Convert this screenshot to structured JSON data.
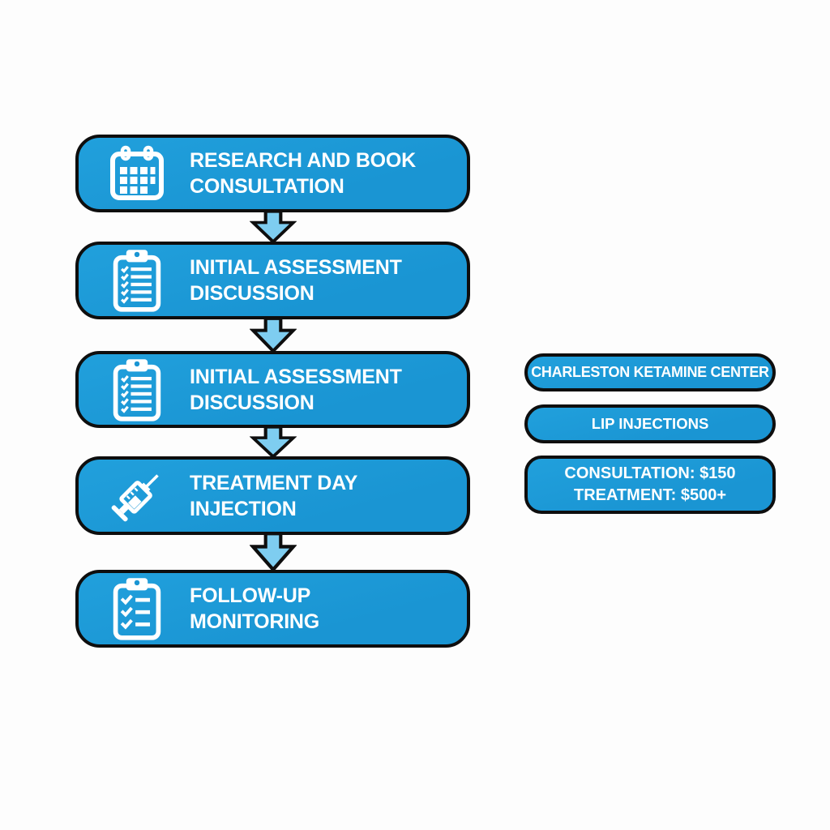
{
  "title": "Ketamine treatment process flowchart",
  "colors": {
    "box_blue": "#1a95d3",
    "box_blue_light": "#21a0dc",
    "arrow_blue": "#7ecdf0",
    "outline_black": "#0e0e0e",
    "text_white": "#ffffff",
    "background": "#fdfdfd"
  },
  "flow": {
    "steps": [
      {
        "icon": "calendar-icon",
        "label": "RESEARCH AND BOOK\nCONSULTATION"
      },
      {
        "icon": "clipboard-checklist-icon",
        "label": "INITIAL ASSESSMENT\nDISCUSSION"
      },
      {
        "icon": "clipboard-checklist-icon",
        "label": "INITIAL ASSESSMENT\nDISCUSSION"
      },
      {
        "icon": "syringe-icon",
        "label": "TREATMENT DAY\nINJECTION"
      },
      {
        "icon": "clipboard-check-icon",
        "label": "FOLLOW-UP\nMONITORING"
      }
    ]
  },
  "side_panel": {
    "clinic_name": "CHARLESTON KETAMINE CENTER",
    "service": "LIP INJECTIONS",
    "pricing": "CONSULTATION: $150\nTREATMENT: $500+"
  }
}
